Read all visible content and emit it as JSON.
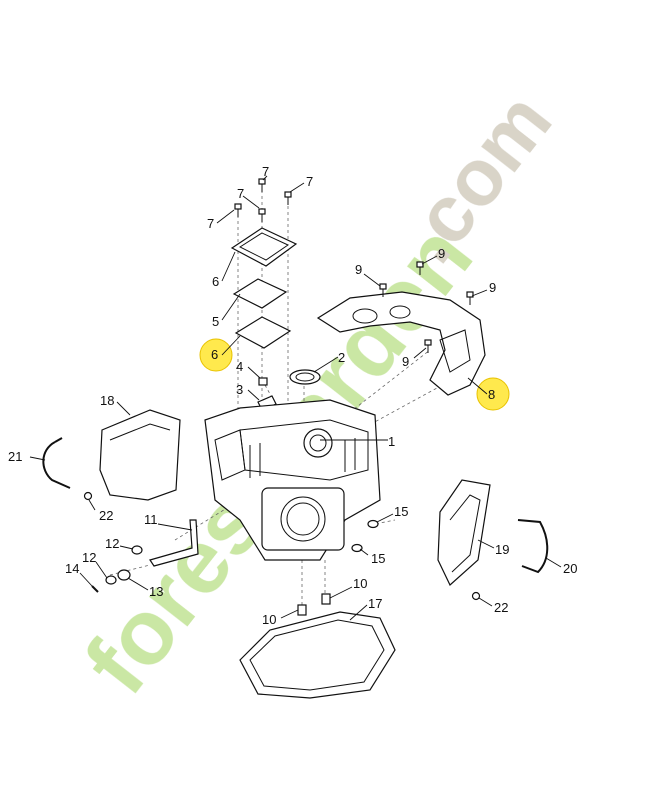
{
  "watermark": {
    "orange_text": "forestgarden",
    "com_text": ".com",
    "green_color": "#c8e6a0",
    "orange_color": "#f5b15b",
    "gray_color": "#d7d2c6"
  },
  "highlight_color": "#ffe94d",
  "callouts": [
    {
      "label": "1"
    },
    {
      "label": "2"
    },
    {
      "label": "3"
    },
    {
      "label": "4"
    },
    {
      "label": "5"
    },
    {
      "label": "6"
    },
    {
      "label": "6"
    },
    {
      "label": "7"
    },
    {
      "label": "7"
    },
    {
      "label": "7"
    },
    {
      "label": "7"
    },
    {
      "label": "8"
    },
    {
      "label": "9"
    },
    {
      "label": "9"
    },
    {
      "label": "9"
    },
    {
      "label": "9"
    },
    {
      "label": "10"
    },
    {
      "label": "10"
    },
    {
      "label": "11"
    },
    {
      "label": "12"
    },
    {
      "label": "12"
    },
    {
      "label": "13"
    },
    {
      "label": "14"
    },
    {
      "label": "15"
    },
    {
      "label": "15"
    },
    {
      "label": "17"
    },
    {
      "label": "18"
    },
    {
      "label": "19"
    },
    {
      "label": "20"
    },
    {
      "label": "21"
    },
    {
      "label": "22"
    },
    {
      "label": "22"
    }
  ]
}
